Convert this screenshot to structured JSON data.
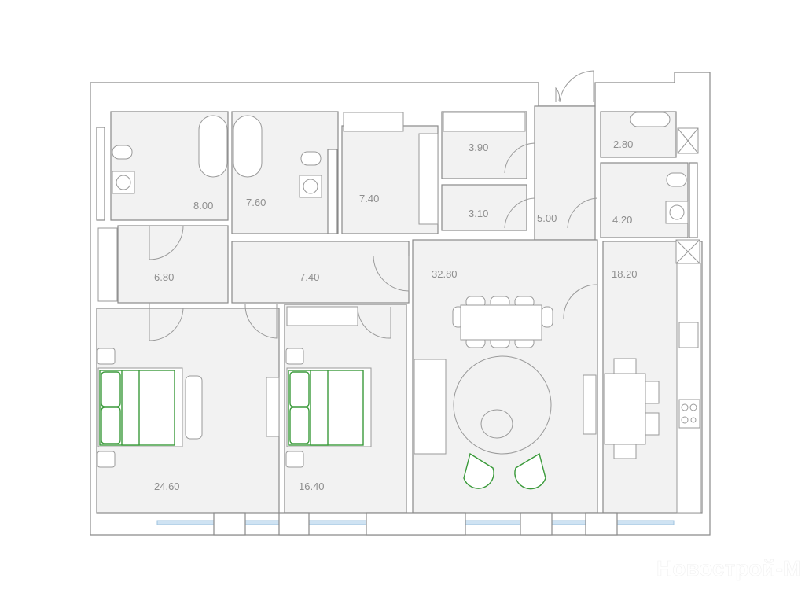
{
  "plan": {
    "rooms": [
      {
        "id": "bathroom-1",
        "area": "8.00"
      },
      {
        "id": "bathroom-2",
        "area": "7.60"
      },
      {
        "id": "dressing-room",
        "area": "7.40"
      },
      {
        "id": "storage-1",
        "area": "3.90"
      },
      {
        "id": "storage-2",
        "area": "3.10"
      },
      {
        "id": "entrance-hall",
        "area": "5.00"
      },
      {
        "id": "laundry",
        "area": "2.80"
      },
      {
        "id": "guest-bathroom",
        "area": "4.20"
      },
      {
        "id": "corridor-1",
        "area": "6.80"
      },
      {
        "id": "corridor-2",
        "area": "7.40"
      },
      {
        "id": "living-room",
        "area": "32.80"
      },
      {
        "id": "kitchen",
        "area": "18.20"
      },
      {
        "id": "master-bedroom",
        "area": "24.60"
      },
      {
        "id": "bedroom",
        "area": "16.40"
      }
    ],
    "colors": {
      "floor": "#f2f2f2",
      "wall": "#8a8a8a",
      "accent_furniture": "#3a9a3a",
      "window": "#cfe3f3"
    }
  },
  "watermark": "Новострой-М"
}
